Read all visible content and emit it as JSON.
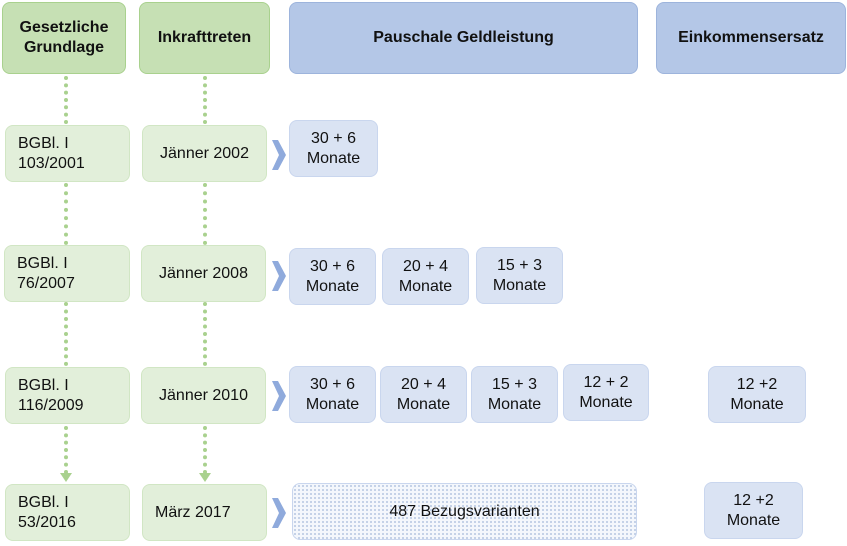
{
  "headers": {
    "grundlage": "Gesetzliche Grundlage",
    "inkrafttreten": "Inkrafttreten",
    "pauschal": "Pauschale Geldleistung",
    "einkommen": "Einkommensersatz"
  },
  "rows": [
    {
      "law": "BGBl. I 103/2001",
      "date": "Jänner 2002",
      "pauschal": [
        "30 + 6 Monate"
      ],
      "einkommen": ""
    },
    {
      "law": "BGBl. I 76/2007",
      "date": "Jänner 2008",
      "pauschal": [
        "30 + 6 Monate",
        "20 + 4 Monate",
        "15 + 3 Monate"
      ],
      "einkommen": ""
    },
    {
      "law": "BGBl. I 116/2009",
      "date": "Jänner 2010",
      "pauschal": [
        "30 + 6 Monate",
        "20 + 4 Monate",
        "15 + 3 Monate",
        "12 + 2 Monate"
      ],
      "einkommen": "12 +2 Monate"
    },
    {
      "law": "BGBl. I 53/2016",
      "date": "März 2017",
      "pauschal_variants": "487 Bezugsvarianten",
      "einkommen": "12 +2 Monate"
    }
  ],
  "colors": {
    "header_green": "#c6e0b4",
    "cell_green": "#e2efda",
    "header_blue": "#b4c7e7",
    "cell_blue": "#dae3f3",
    "connector": "#a9d18e"
  }
}
